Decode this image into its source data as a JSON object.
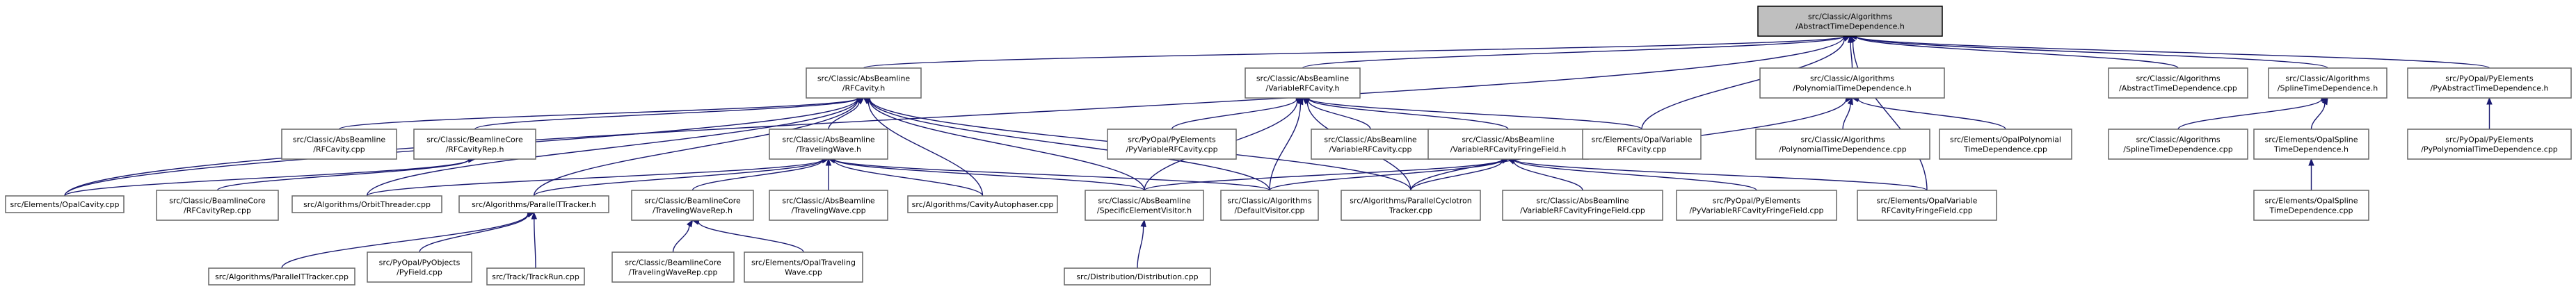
{
  "nodes": [
    {
      "id": "abstracttime",
      "lines": [
        "src/Classic/Algorithms",
        "/AbstractTimeDependence.h"
      ],
      "root": true
    },
    {
      "id": "rfcavity_h",
      "lines": [
        "src/Classic/AbsBeamline",
        "/RFCavity.h"
      ]
    },
    {
      "id": "variablerfcavity_h",
      "lines": [
        "src/Classic/AbsBeamline",
        "/VariableRFCavity.h"
      ]
    },
    {
      "id": "polynomial_h",
      "lines": [
        "src/Classic/Algorithms",
        "/PolynomialTimeDependence.h"
      ]
    },
    {
      "id": "abstract_cpp",
      "lines": [
        "src/Classic/Algorithms",
        "/AbstractTimeDependence.cpp"
      ]
    },
    {
      "id": "spline_h",
      "lines": [
        "src/Classic/Algorithms",
        "/SplineTimeDependence.h"
      ]
    },
    {
      "id": "pyabstract_h",
      "lines": [
        "src/PyOpal/PyElements",
        "/PyAbstractTimeDependence.h"
      ]
    },
    {
      "id": "rfcavity_cpp",
      "lines": [
        "src/Classic/AbsBeamline",
        "/RFCavity.cpp"
      ]
    },
    {
      "id": "rfcavityrep_h",
      "lines": [
        "src/Classic/BeamlineCore",
        "/RFCavityRep.h"
      ]
    },
    {
      "id": "travelingwave_h",
      "lines": [
        "src/Classic/AbsBeamline",
        "/TravelingWave.h"
      ]
    },
    {
      "id": "pyvariablerfcavity_cpp",
      "lines": [
        "src/PyOpal/PyElements",
        "/PyVariableRFCavity.cpp"
      ]
    },
    {
      "id": "variablerfcavity_cpp",
      "lines": [
        "src/Classic/AbsBeamline",
        "/VariableRFCavity.cpp"
      ]
    },
    {
      "id": "variablerfcavityfringe_h",
      "lines": [
        "src/Classic/AbsBeamline",
        "/VariableRFCavityFringeField.h"
      ]
    },
    {
      "id": "opalvariablerfcavity_cpp",
      "lines": [
        "src/Elements/OpalVariable",
        "RFCavity.cpp"
      ]
    },
    {
      "id": "polynomial_cpp",
      "lines": [
        "src/Classic/Algorithms",
        "/PolynomialTimeDependence.cpp"
      ]
    },
    {
      "id": "opalpolynomial_cpp",
      "lines": [
        "src/Elements/OpalPolynomial",
        "TimeDependence.cpp"
      ]
    },
    {
      "id": "spline_cpp",
      "lines": [
        "src/Classic/Algorithms",
        "/SplineTimeDependence.cpp"
      ]
    },
    {
      "id": "opalspline_h",
      "lines": [
        "src/Elements/OpalSpline",
        "TimeDependence.h"
      ]
    },
    {
      "id": "pypolynomial_cpp",
      "lines": [
        "src/PyOpal/PyElements",
        "/PyPolynomialTimeDependence.cpp"
      ]
    },
    {
      "id": "opalcavity_cpp",
      "lines": [
        "src/Elements/OpalCavity.cpp"
      ]
    },
    {
      "id": "rfcavityrep_cpp",
      "lines": [
        "src/Classic/BeamlineCore",
        "/RFCavityRep.cpp"
      ]
    },
    {
      "id": "orbitthreader_cpp",
      "lines": [
        "src/Algorithms/OrbitThreader.cpp"
      ]
    },
    {
      "id": "parallelttracker_h",
      "lines": [
        "src/Algorithms/ParallelTTracker.h"
      ]
    },
    {
      "id": "travelingwaverep_h",
      "lines": [
        "src/Classic/BeamlineCore",
        "/TravelingWaveRep.h"
      ]
    },
    {
      "id": "travelingwave_cpp",
      "lines": [
        "src/Classic/AbsBeamline",
        "/TravelingWave.cpp"
      ]
    },
    {
      "id": "cavityautophaser_cpp",
      "lines": [
        "src/Algorithms/CavityAutophaser.cpp"
      ]
    },
    {
      "id": "specificelementvisitor_h",
      "lines": [
        "src/Classic/AbsBeamline",
        "/SpecificElementVisitor.h"
      ]
    },
    {
      "id": "defaultvisitor_cpp",
      "lines": [
        "src/Classic/Algorithms",
        "/DefaultVisitor.cpp"
      ]
    },
    {
      "id": "parallelcyclotron_cpp",
      "lines": [
        "src/Algorithms/ParallelCyclotron",
        "Tracker.cpp"
      ]
    },
    {
      "id": "variablerfcavityfringe_cpp",
      "lines": [
        "src/Classic/AbsBeamline",
        "/VariableRFCavityFringeField.cpp"
      ]
    },
    {
      "id": "pyvariablerfcavityfringe_cpp",
      "lines": [
        "src/PyOpal/PyElements",
        "/PyVariableRFCavityFringeField.cpp"
      ]
    },
    {
      "id": "opalvariablerfcavityfringe_cpp",
      "lines": [
        "src/Elements/OpalVariable",
        "RFCavityFringeField.cpp"
      ]
    },
    {
      "id": "opalsplinetime_cpp",
      "lines": [
        "src/Elements/OpalSpline",
        "TimeDependence.cpp"
      ]
    },
    {
      "id": "parallelttracker_cpp",
      "lines": [
        "src/Algorithms/ParallelTTracker.cpp"
      ]
    },
    {
      "id": "pyfield_cpp",
      "lines": [
        "src/PyOpal/PyObjects",
        "/PyField.cpp"
      ]
    },
    {
      "id": "trackrun_cpp",
      "lines": [
        "src/Track/TrackRun.cpp"
      ]
    },
    {
      "id": "travelingwaverep_cpp",
      "lines": [
        "src/Classic/BeamlineCore",
        "/TravelingWaveRep.cpp"
      ]
    },
    {
      "id": "opaltravelingwave_cpp",
      "lines": [
        "src/Elements/OpalTraveling",
        "Wave.cpp"
      ]
    },
    {
      "id": "distribution_cpp",
      "lines": [
        "src/Distribution/Distribution.cpp"
      ]
    }
  ],
  "edges": [
    [
      "rfcavity_h",
      "abstracttime"
    ],
    [
      "variablerfcavity_h",
      "abstracttime"
    ],
    [
      "polynomial_h",
      "abstracttime"
    ],
    [
      "abstract_cpp",
      "abstracttime"
    ],
    [
      "spline_h",
      "abstracttime"
    ],
    [
      "pyabstract_h",
      "abstracttime"
    ],
    [
      "opalcavity_cpp",
      "abstracttime"
    ],
    [
      "opalvariablerfcavity_cpp",
      "abstracttime"
    ],
    [
      "opalvariablerfcavityfringe_cpp",
      "abstracttime"
    ],
    [
      "rfcavity_cpp",
      "rfcavity_h"
    ],
    [
      "rfcavityrep_h",
      "rfcavity_h"
    ],
    [
      "travelingwave_h",
      "rfcavity_h"
    ],
    [
      "opalcavity_cpp",
      "rfcavity_h"
    ],
    [
      "orbitthreader_cpp",
      "rfcavity_h"
    ],
    [
      "parallelttracker_h",
      "rfcavity_h"
    ],
    [
      "cavityautophaser_cpp",
      "rfcavity_h"
    ],
    [
      "specificelementvisitor_h",
      "rfcavity_h"
    ],
    [
      "defaultvisitor_cpp",
      "rfcavity_h"
    ],
    [
      "parallelcyclotron_cpp",
      "rfcavity_h"
    ],
    [
      "pyvariablerfcavity_cpp",
      "variablerfcavity_h"
    ],
    [
      "variablerfcavity_cpp",
      "variablerfcavity_h"
    ],
    [
      "variablerfcavityfringe_h",
      "variablerfcavity_h"
    ],
    [
      "opalvariablerfcavity_cpp",
      "variablerfcavity_h"
    ],
    [
      "specificelementvisitor_h",
      "variablerfcavity_h"
    ],
    [
      "defaultvisitor_cpp",
      "variablerfcavity_h"
    ],
    [
      "parallelcyclotron_cpp",
      "variablerfcavity_h"
    ],
    [
      "polynomial_cpp",
      "polynomial_h"
    ],
    [
      "opalpolynomial_cpp",
      "polynomial_h"
    ],
    [
      "parallelcyclotron_cpp",
      "polynomial_h"
    ],
    [
      "spline_cpp",
      "spline_h"
    ],
    [
      "opalspline_h",
      "spline_h"
    ],
    [
      "pypolynomial_cpp",
      "pyabstract_h"
    ],
    [
      "opalsplinetime_cpp",
      "opalspline_h"
    ],
    [
      "rfcavityrep_cpp",
      "rfcavityrep_h"
    ],
    [
      "opalcavity_cpp",
      "rfcavityrep_h"
    ],
    [
      "travelingwaverep_h",
      "travelingwave_h"
    ],
    [
      "travelingwave_cpp",
      "travelingwave_h"
    ],
    [
      "cavityautophaser_cpp",
      "travelingwave_h"
    ],
    [
      "specificelementvisitor_h",
      "travelingwave_h"
    ],
    [
      "defaultvisitor_cpp",
      "travelingwave_h"
    ],
    [
      "parallelttracker_h",
      "travelingwave_h"
    ],
    [
      "orbitthreader_cpp",
      "travelingwave_h"
    ],
    [
      "specificelementvisitor_h",
      "variablerfcavityfringe_h"
    ],
    [
      "defaultvisitor_cpp",
      "variablerfcavityfringe_h"
    ],
    [
      "parallelcyclotron_cpp",
      "variablerfcavityfringe_h"
    ],
    [
      "variablerfcavityfringe_cpp",
      "variablerfcavityfringe_h"
    ],
    [
      "pyvariablerfcavityfringe_cpp",
      "variablerfcavityfringe_h"
    ],
    [
      "opalvariablerfcavityfringe_cpp",
      "variablerfcavityfringe_h"
    ],
    [
      "parallelttracker_cpp",
      "parallelttracker_h"
    ],
    [
      "pyfield_cpp",
      "parallelttracker_h"
    ],
    [
      "trackrun_cpp",
      "parallelttracker_h"
    ],
    [
      "travelingwaverep_cpp",
      "travelingwaverep_h"
    ],
    [
      "opaltravelingwave_cpp",
      "travelingwaverep_h"
    ],
    [
      "distribution_cpp",
      "specificelementvisitor_h"
    ]
  ]
}
